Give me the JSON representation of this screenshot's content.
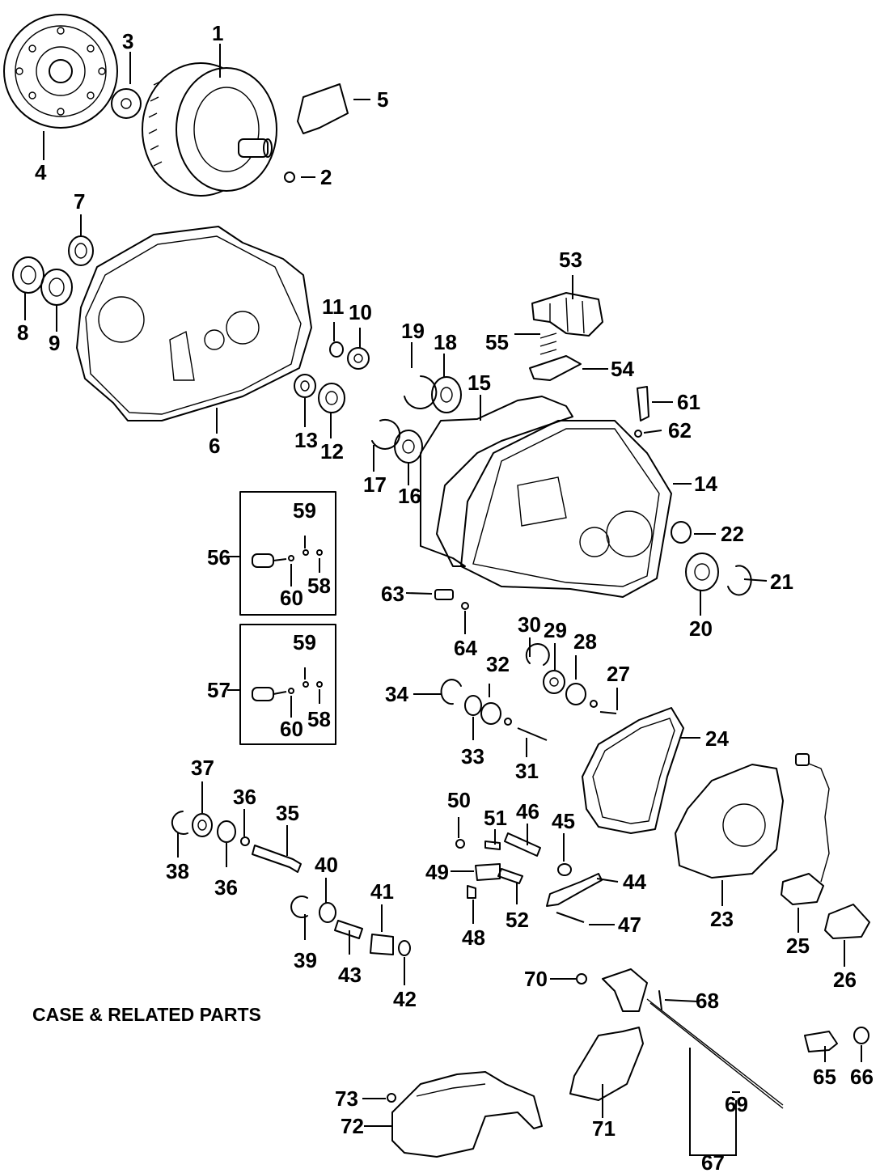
{
  "title": "CASE & RELATED PARTS",
  "callouts": [
    {
      "id": "c1",
      "text": "1"
    },
    {
      "id": "c2",
      "text": "2"
    },
    {
      "id": "c3",
      "text": "3"
    },
    {
      "id": "c4",
      "text": "4"
    },
    {
      "id": "c5",
      "text": "5"
    },
    {
      "id": "c6",
      "text": "6"
    },
    {
      "id": "c7",
      "text": "7"
    },
    {
      "id": "c8",
      "text": "8"
    },
    {
      "id": "c9",
      "text": "9"
    },
    {
      "id": "c10",
      "text": "10"
    },
    {
      "id": "c11",
      "text": "11"
    },
    {
      "id": "c12",
      "text": "12"
    },
    {
      "id": "c13",
      "text": "13"
    },
    {
      "id": "c14",
      "text": "14"
    },
    {
      "id": "c15",
      "text": "15"
    },
    {
      "id": "c16",
      "text": "16"
    },
    {
      "id": "c17",
      "text": "17"
    },
    {
      "id": "c18",
      "text": "18"
    },
    {
      "id": "c19",
      "text": "19"
    },
    {
      "id": "c20",
      "text": "20"
    },
    {
      "id": "c21",
      "text": "21"
    },
    {
      "id": "c22",
      "text": "22"
    },
    {
      "id": "c23",
      "text": "23"
    },
    {
      "id": "c24",
      "text": "24"
    },
    {
      "id": "c25",
      "text": "25"
    },
    {
      "id": "c26",
      "text": "26"
    },
    {
      "id": "c27",
      "text": "27"
    },
    {
      "id": "c28",
      "text": "28"
    },
    {
      "id": "c29",
      "text": "29"
    },
    {
      "id": "c30",
      "text": "30"
    },
    {
      "id": "c31",
      "text": "31"
    },
    {
      "id": "c32",
      "text": "32"
    },
    {
      "id": "c33",
      "text": "33"
    },
    {
      "id": "c34",
      "text": "34"
    },
    {
      "id": "c35",
      "text": "35"
    },
    {
      "id": "c36a",
      "text": "36"
    },
    {
      "id": "c36b",
      "text": "36"
    },
    {
      "id": "c37",
      "text": "37"
    },
    {
      "id": "c38",
      "text": "38"
    },
    {
      "id": "c39",
      "text": "39"
    },
    {
      "id": "c40",
      "text": "40"
    },
    {
      "id": "c41",
      "text": "41"
    },
    {
      "id": "c42",
      "text": "42"
    },
    {
      "id": "c43",
      "text": "43"
    },
    {
      "id": "c44",
      "text": "44"
    },
    {
      "id": "c45",
      "text": "45"
    },
    {
      "id": "c46",
      "text": "46"
    },
    {
      "id": "c47",
      "text": "47"
    },
    {
      "id": "c48",
      "text": "48"
    },
    {
      "id": "c49",
      "text": "49"
    },
    {
      "id": "c50",
      "text": "50"
    },
    {
      "id": "c51",
      "text": "51"
    },
    {
      "id": "c52",
      "text": "52"
    },
    {
      "id": "c53",
      "text": "53"
    },
    {
      "id": "c54",
      "text": "54"
    },
    {
      "id": "c55",
      "text": "55"
    },
    {
      "id": "c56",
      "text": "56"
    },
    {
      "id": "c57",
      "text": "57"
    },
    {
      "id": "c58a",
      "text": "58"
    },
    {
      "id": "c58b",
      "text": "58"
    },
    {
      "id": "c59a",
      "text": "59"
    },
    {
      "id": "c59b",
      "text": "59"
    },
    {
      "id": "c60a",
      "text": "60"
    },
    {
      "id": "c60b",
      "text": "60"
    },
    {
      "id": "c61",
      "text": "61"
    },
    {
      "id": "c62",
      "text": "62"
    },
    {
      "id": "c63",
      "text": "63"
    },
    {
      "id": "c64",
      "text": "64"
    },
    {
      "id": "c65",
      "text": "65"
    },
    {
      "id": "c66",
      "text": "66"
    },
    {
      "id": "c67",
      "text": "67"
    },
    {
      "id": "c68",
      "text": "68"
    },
    {
      "id": "c69",
      "text": "69"
    },
    {
      "id": "c70",
      "text": "70"
    },
    {
      "id": "c71",
      "text": "71"
    },
    {
      "id": "c72",
      "text": "72"
    },
    {
      "id": "c73",
      "text": "73"
    }
  ]
}
